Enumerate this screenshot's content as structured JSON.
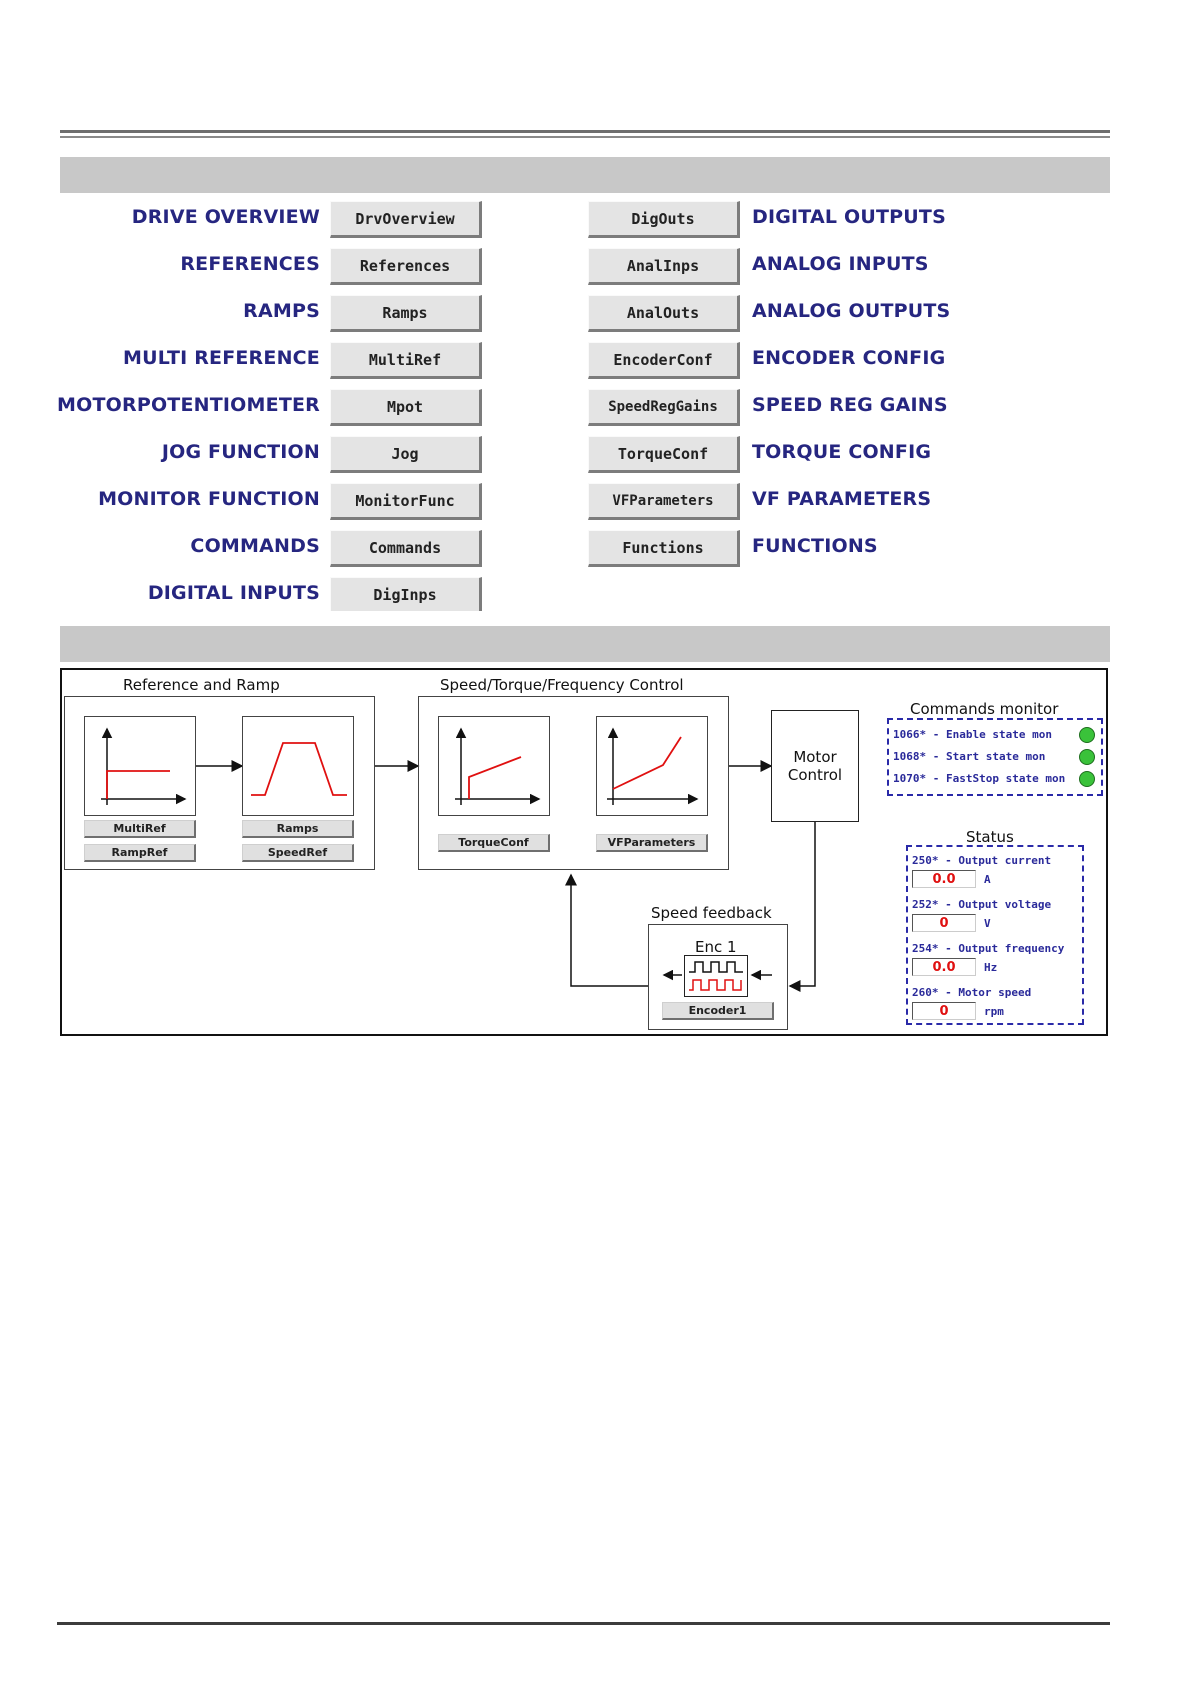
{
  "nav_left": [
    {
      "label": "DRIVE OVERVIEW",
      "button": "DrvOverview"
    },
    {
      "label": "REFERENCES",
      "button": "References"
    },
    {
      "label": "RAMPS",
      "button": "Ramps"
    },
    {
      "label": "MULTI REFERENCE",
      "button": "MultiRef"
    },
    {
      "label": "MOTORPOTENTIOMETER",
      "button": "Mpot"
    },
    {
      "label": "JOG FUNCTION",
      "button": "Jog"
    },
    {
      "label": "MONITOR FUNCTION",
      "button": "MonitorFunc"
    },
    {
      "label": "COMMANDS",
      "button": "Commands"
    },
    {
      "label": "DIGITAL INPUTS",
      "button": "DigInps"
    }
  ],
  "nav_right": [
    {
      "button": "DigOuts",
      "label": "DIGITAL OUTPUTS"
    },
    {
      "button": "AnalInps",
      "label": "ANALOG INPUTS"
    },
    {
      "button": "AnalOuts",
      "label": "ANALOG OUTPUTS"
    },
    {
      "button": "EncoderConf",
      "label": "ENCODER CONFIG"
    },
    {
      "button": "SpeedRegGains",
      "label": "SPEED REG GAINS"
    },
    {
      "button": "TorqueConf",
      "label": "TORQUE CONFIG"
    },
    {
      "button": "VFParameters",
      "label": "VF PARAMETERS"
    },
    {
      "button": "Functions",
      "label": "FUNCTIONS"
    }
  ],
  "diagram": {
    "reference_ramp": {
      "title": "Reference and Ramp",
      "buttons": [
        "MultiRef",
        "Ramps",
        "RampRef",
        "SpeedRef"
      ]
    },
    "control": {
      "title": "Speed/Torque/Frequency Control",
      "buttons": [
        "TorqueConf",
        "VFParameters"
      ]
    },
    "motor_control": {
      "line1": "Motor",
      "line2": "Control"
    },
    "speed_feedback": {
      "title": "Speed feedback",
      "encoder_label": "Enc 1",
      "button": "Encoder1"
    },
    "commands_monitor": {
      "title": "Commands monitor",
      "items": [
        {
          "text": "1066* - Enable state mon",
          "led_color": "#3ac23a"
        },
        {
          "text": "1068* - Start state mon",
          "led_color": "#3ac23a"
        },
        {
          "text": "1070* - FastStop state mon",
          "led_color": "#3ac23a"
        }
      ]
    },
    "status": {
      "title": "Status",
      "items": [
        {
          "label": "250* - Output current",
          "value": "0.0",
          "unit": "A"
        },
        {
          "label": "252* - Output voltage",
          "value": "0",
          "unit": "V"
        },
        {
          "label": "254* - Output frequency",
          "value": "0.0",
          "unit": "Hz"
        },
        {
          "label": "260* - Motor speed",
          "value": "0",
          "unit": "rpm"
        }
      ]
    }
  },
  "colors": {
    "nav_text": "#262680",
    "signal_red": "#e01010",
    "monitor_blue": "#2a2aa8",
    "led_green": "#3ac23a"
  }
}
